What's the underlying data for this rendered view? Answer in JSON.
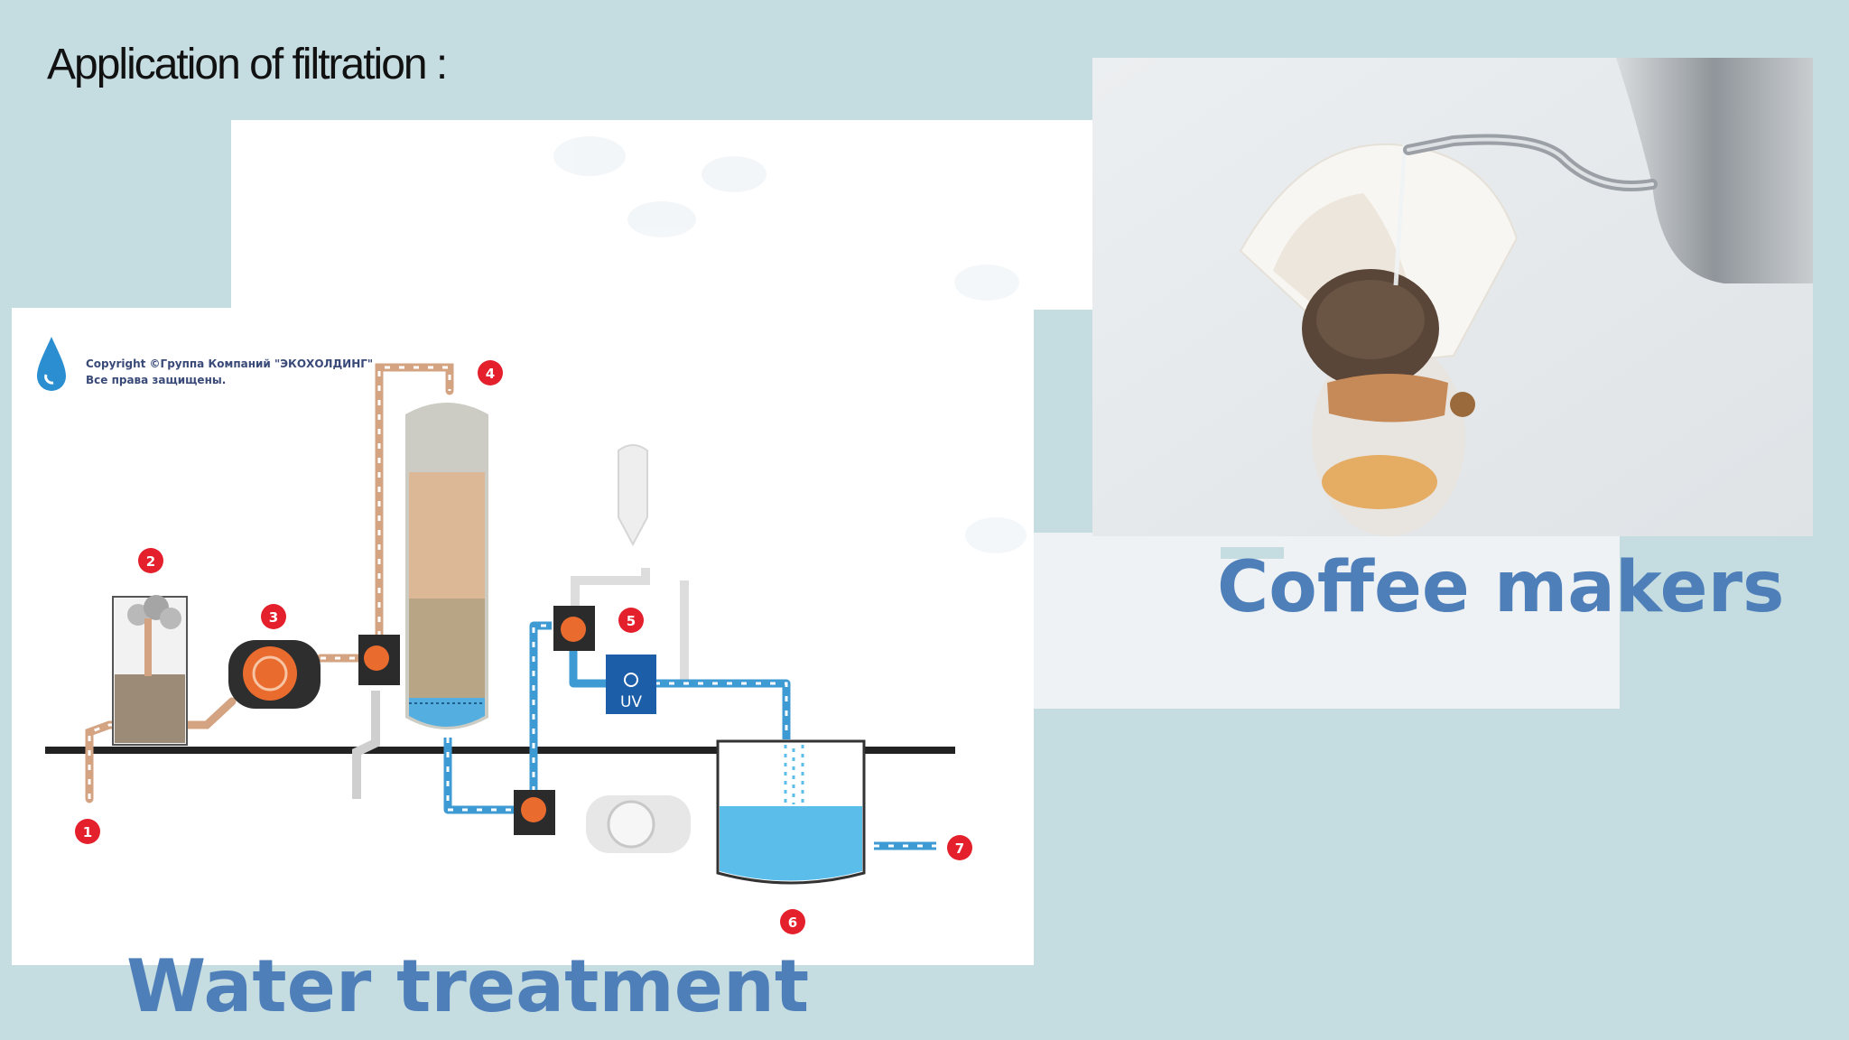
{
  "slide": {
    "title": "Application of filtration :"
  },
  "water_treatment": {
    "caption": "Water treatment",
    "copyright_line1": "Copyright ©Группа Компаний \"ЭКОХОЛДИНГ\"",
    "copyright_line2": "Все права защищены.",
    "uv_label": "UV",
    "stage_numbers": [
      "1",
      "2",
      "3",
      "4",
      "5",
      "6",
      "7"
    ]
  },
  "coffee": {
    "caption": "Coffee makers"
  },
  "colors": {
    "background": "#c5dce1",
    "caption": "#4f7fb9",
    "marker": "#e3202b",
    "pipe_brown": "#d4a382",
    "pipe_blue": "#3d9ad3",
    "water": "#5bbdea",
    "uv_box": "#1c5ea8"
  }
}
